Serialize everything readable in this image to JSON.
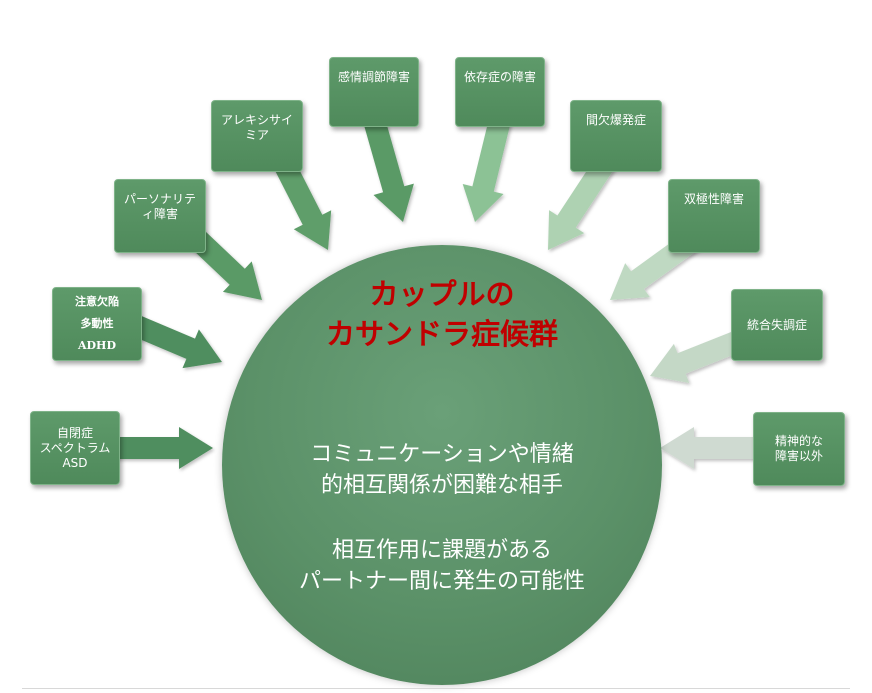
{
  "center": {
    "title_lines": [
      "カップルの",
      "カサンドラ症候群"
    ],
    "desc1_lines": [
      "コミュニケーションや情緒",
      "的相互関係が困難な相手"
    ],
    "desc2_lines": [
      "相互作用に課題がある",
      "パートナー間に発生の可能性"
    ]
  },
  "causes": [
    {
      "lines": [
        "自閉症",
        "スペクトラム",
        "ASD"
      ]
    },
    {
      "lines": [
        "注意欠陥",
        "多動性",
        "ADHD"
      ]
    },
    {
      "lines": [
        "パーソナリテ",
        "ィ障害"
      ]
    },
    {
      "lines": [
        "アレキシサイ",
        "ミア"
      ]
    },
    {
      "lines": [
        "感情調節障害"
      ]
    },
    {
      "lines": [
        "依存症の障害"
      ]
    },
    {
      "lines": [
        "間欠爆発症"
      ]
    },
    {
      "lines": [
        "双極性障害"
      ]
    },
    {
      "lines": [
        "統合失調症"
      ]
    },
    {
      "lines": [
        "精神的な",
        "障害以外"
      ]
    }
  ],
  "colors": {
    "box_fill": "#5a9566",
    "circle_fill": "#5b9168",
    "title_text": "#c00000",
    "arrow_colors": [
      "#4f8e5e",
      "#4f8e5e",
      "#5a9a66",
      "#5e9e6a",
      "#5a9a66",
      "#8cc295",
      "#aed2b2",
      "#bfd9c2",
      "#c4d8c6",
      "#cfdad1"
    ]
  }
}
